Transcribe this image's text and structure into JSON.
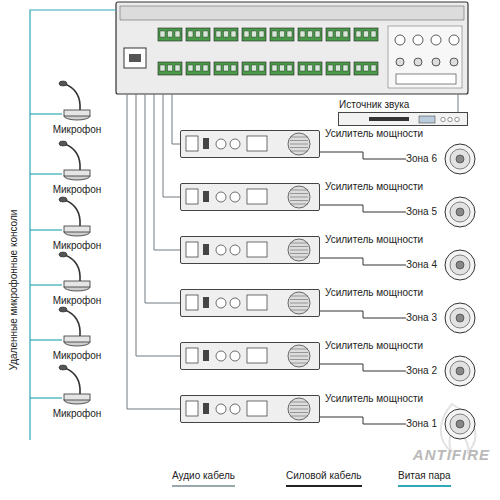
{
  "diagram": {
    "nodes": [
      {
        "text": [
          "Микрофон"
        ]
      },
      {
        "text": [
          "Микрофон"
        ]
      },
      {
        "text": [
          "Микрофон"
        ]
      },
      {
        "text": [
          "Микрофон"
        ]
      },
      {
        "text": [
          "Микрофон"
        ]
      },
      {
        "text": [
          "Микрофон"
        ]
      },
      {
        "text": [
          "Источник звука"
        ]
      },
      {
        "text": [
          "Усилитель мощности"
        ]
      },
      {
        "text": [
          "Усилитель мощности"
        ]
      },
      {
        "text": [
          "Усилитель мощности"
        ]
      },
      {
        "text": [
          "Усилитель мощности"
        ]
      },
      {
        "text": [
          "Усилитель мощности"
        ]
      },
      {
        "text": [
          "Усилитель мощности"
        ]
      },
      {
        "text": [
          "Зона 6"
        ]
      },
      {
        "text": [
          "Зона 5"
        ]
      },
      {
        "text": [
          "Зона 4"
        ]
      },
      {
        "text": [
          "Зона 3"
        ]
      },
      {
        "text": [
          "Зона 2"
        ]
      },
      {
        "text": [
          "Зона 1"
        ]
      }
    ],
    "edges": [
      {
        "from": 7,
        "to": 13,
        "arrow": "none"
      },
      {
        "from": 8,
        "to": 14,
        "arrow": "none"
      },
      {
        "from": 9,
        "to": 15,
        "arrow": "none"
      },
      {
        "from": 10,
        "to": 16,
        "arrow": "none"
      },
      {
        "from": 11,
        "to": 17,
        "arrow": "none"
      },
      {
        "from": 12,
        "to": 18,
        "arrow": "none"
      }
    ],
    "labels": [
      "Удаленные микрофонные консоли",
      "ANTIFIRE"
    ],
    "legend": [
      {
        "text": "Аудио кабель"
      },
      {
        "text": "Силовой кабель"
      },
      {
        "text": "Витая пара"
      }
    ]
  }
}
